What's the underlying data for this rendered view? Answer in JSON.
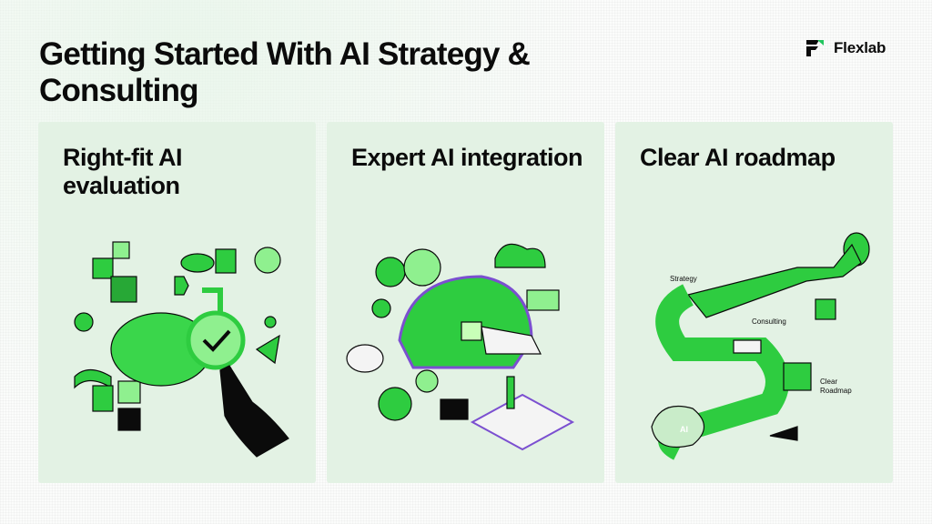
{
  "header": {
    "title": "Getting Started With AI Strategy & Consulting",
    "brand": {
      "name": "Flexlab",
      "logo_icon": "flexlab-logo-icon",
      "accent": "#22c55e"
    }
  },
  "colors": {
    "card_bg": "#e3f2e4",
    "green": "#2ecc40",
    "light_green": "#8ff08f",
    "dark": "#0b0b0b",
    "purple": "#7b4fd0"
  },
  "cards": [
    {
      "title": "Right-fit AI evaluation",
      "illustration": "brain-magnifier-illustration"
    },
    {
      "title": "Expert AI integration",
      "illustration": "brain-puzzle-chess-illustration"
    },
    {
      "title": "Clear AI roadmap",
      "illustration": "roadmap-path-illustration",
      "labels": {
        "strategy": "Strategy",
        "consulting": "Consulting",
        "clear_roadmap_1": "Clear",
        "clear_roadmap_2": "Roadmap",
        "chip": "AI"
      }
    }
  ]
}
